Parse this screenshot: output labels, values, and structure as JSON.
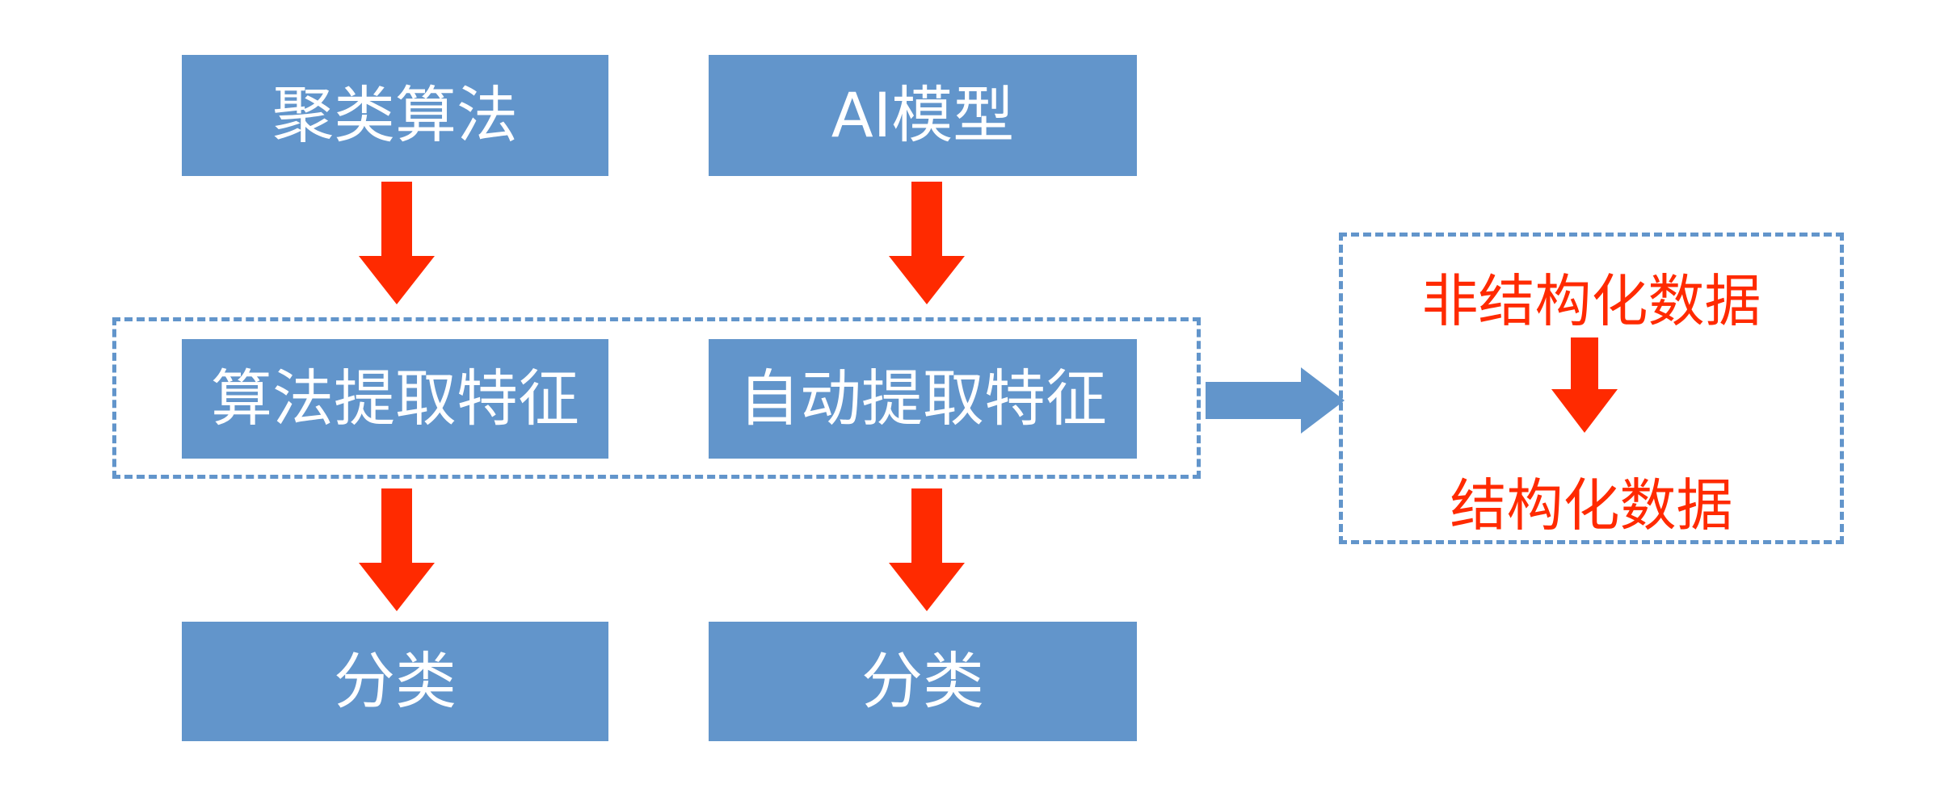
{
  "colors": {
    "box_fill": "#6295cb",
    "box_text": "#ffffff",
    "down_arrow": "#ff2a00",
    "dashed_border": "#6295cb",
    "connector_arrow": "#6295cb",
    "panel_text": "#ff2a00"
  },
  "left_column": {
    "top": "聚类算法",
    "middle": "算法提取特征",
    "bottom": "分类"
  },
  "right_column": {
    "top": "AI模型",
    "middle": "自动提取特征",
    "bottom": "分类"
  },
  "side_panel": {
    "source": "非结构化数据",
    "target": "结构化数据"
  }
}
